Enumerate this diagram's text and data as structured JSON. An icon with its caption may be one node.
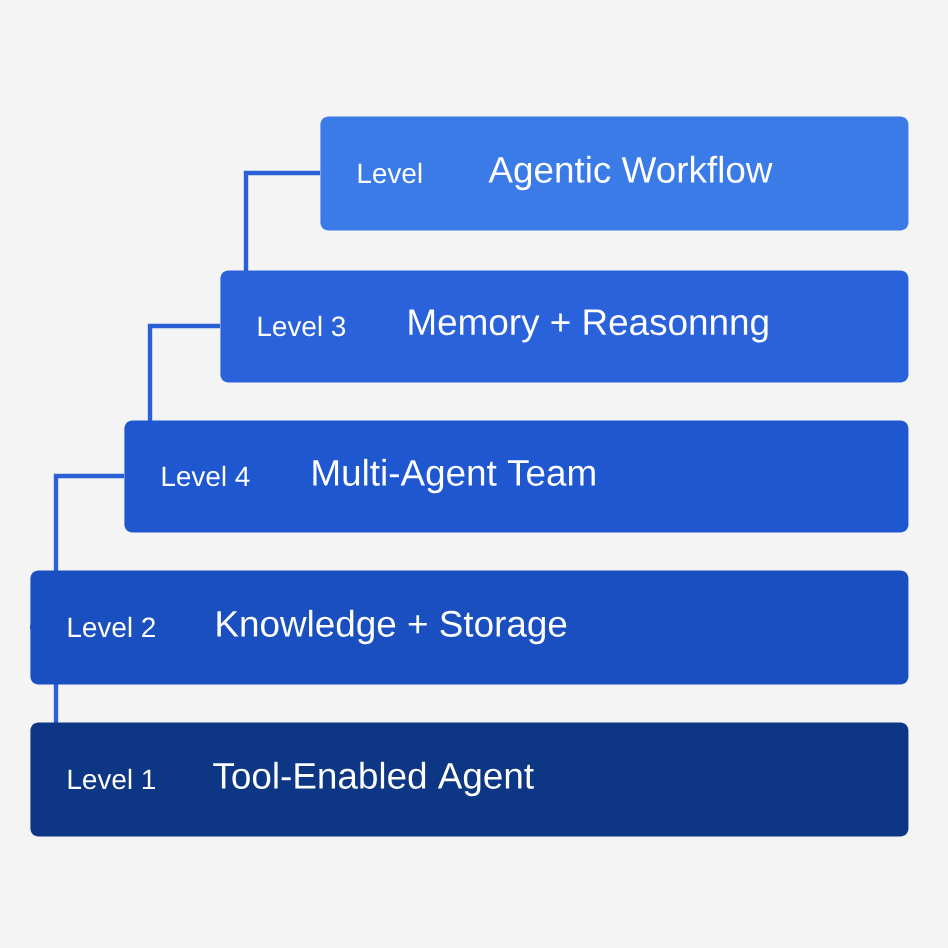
{
  "diagram": {
    "nodes": [
      {
        "text": [
          "Level",
          "Agentic Workflow"
        ]
      },
      {
        "text": [
          "Level 3",
          "Memory + Reasonnng"
        ]
      },
      {
        "text": [
          "Level 4",
          "Multi-Agent Team"
        ]
      },
      {
        "text": [
          "Level 2",
          "Knowledge + Storage"
        ]
      },
      {
        "text": [
          "Level 1",
          "Tool-Enabled Agent"
        ]
      }
    ],
    "edges": [
      {
        "from": 0,
        "to": 1,
        "arrow": "none"
      },
      {
        "from": 1,
        "to": 2,
        "arrow": "none"
      },
      {
        "from": 2,
        "to": 3,
        "arrow": "none"
      },
      {
        "from": 3,
        "to": 4,
        "arrow": "none"
      }
    ]
  }
}
